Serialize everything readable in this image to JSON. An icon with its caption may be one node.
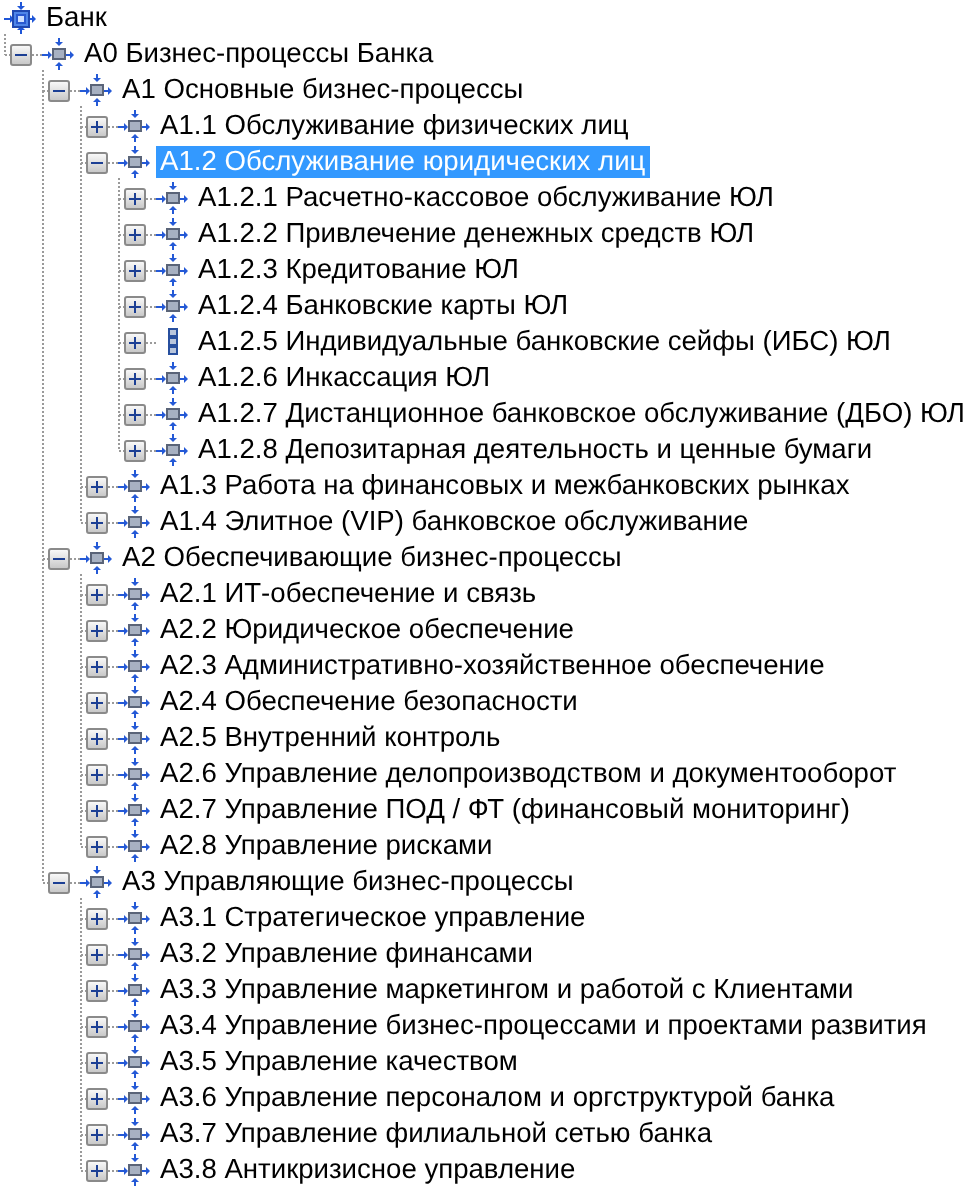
{
  "diagram": {
    "nodes": [
      {
        "text": [
          "Банк"
        ]
      },
      {
        "text": [
          "А0 Бизнес-процессы Банка"
        ]
      },
      {
        "text": [
          "А1 Основные бизнес-процессы"
        ]
      },
      {
        "text": [
          "А1.1 Обслуживание физических лиц"
        ]
      },
      {
        "text": [
          "А1.2 Обслуживание юридических лиц"
        ]
      },
      {
        "text": [
          "А1.2.1 Расчетно-кассовое обслуживание ЮЛ"
        ]
      },
      {
        "text": [
          "А1.2.2 Привлечение денежных средств ЮЛ"
        ]
      },
      {
        "text": [
          "А1.2.3 Кредитование ЮЛ"
        ]
      },
      {
        "text": [
          "А1.2.4 Банковские карты ЮЛ"
        ]
      },
      {
        "text": [
          "А1.2.5 Индивидуальные банковские сейфы (ИБС) ЮЛ"
        ]
      },
      {
        "text": [
          "А1.2.6 Инкассация ЮЛ"
        ]
      },
      {
        "text": [
          "А1.2.7 Дистанционное банковское обслуживание (ДБО) ЮЛ"
        ]
      },
      {
        "text": [
          "А1.2.8 Депозитарная деятельность и ценные бумаги"
        ]
      },
      {
        "text": [
          "А1.3 Работа на финансовых и межбанковских рынках"
        ]
      },
      {
        "text": [
          "А1.4 Элитное (VIP) банковское обслуживание"
        ]
      },
      {
        "text": [
          "А2 Обеспечивающие бизнес-процессы"
        ]
      },
      {
        "text": [
          "А2.1 ИТ-обеспечение и связь"
        ]
      },
      {
        "text": [
          "А2.2 Юридическое обеспечение"
        ]
      },
      {
        "text": [
          "А2.3 Административно-хозяйственное обеспечение"
        ]
      },
      {
        "text": [
          "А2.4 Обеспечение безопасности"
        ]
      },
      {
        "text": [
          "А2.5 Внутренний контроль"
        ]
      },
      {
        "text": [
          "А2.6 Управление делопроизводством и документооборот"
        ]
      },
      {
        "text": [
          "А2.7 Управление ПОД / ФТ (финансовый мониторинг)"
        ]
      },
      {
        "text": [
          "А2.8 Управление рисками"
        ]
      },
      {
        "text": [
          "А3 Управляющие бизнес-процессы"
        ]
      },
      {
        "text": [
          "А3.1 Стратегическое управление"
        ]
      },
      {
        "text": [
          "А3.2 Управление финансами"
        ]
      },
      {
        "text": [
          "А3.3 Управление маркетингом и работой с Клиентами"
        ]
      },
      {
        "text": [
          "А3.4 Управление бизнес-процессами и проектами развития"
        ]
      },
      {
        "text": [
          "А3.5 Управление качеством"
        ]
      },
      {
        "text": [
          "А3.6 Управление персоналом и оргструктурой банка"
        ]
      },
      {
        "text": [
          "А3.7 Управление филиальной сетью банка"
        ]
      },
      {
        "text": [
          "А3.8 Антикризисное управление"
        ]
      }
    ],
    "edges": [
      {
        "from": 0,
        "to": 1,
        "arrow": "none"
      },
      {
        "from": 1,
        "to": 2,
        "arrow": "none"
      },
      {
        "from": 2,
        "to": 3,
        "arrow": "none"
      },
      {
        "from": 2,
        "to": 4,
        "arrow": "none"
      },
      {
        "from": 4,
        "to": 5,
        "arrow": "none"
      },
      {
        "from": 4,
        "to": 6,
        "arrow": "none"
      },
      {
        "from": 4,
        "to": 7,
        "arrow": "none"
      },
      {
        "from": 4,
        "to": 8,
        "arrow": "none"
      },
      {
        "from": 4,
        "to": 9,
        "arrow": "none"
      },
      {
        "from": 4,
        "to": 10,
        "arrow": "none"
      },
      {
        "from": 4,
        "to": 11,
        "arrow": "none"
      },
      {
        "from": 4,
        "to": 12,
        "arrow": "none"
      },
      {
        "from": 2,
        "to": 13,
        "arrow": "none"
      },
      {
        "from": 2,
        "to": 14,
        "arrow": "none"
      },
      {
        "from": 1,
        "to": 15,
        "arrow": "none"
      },
      {
        "from": 15,
        "to": 16,
        "arrow": "none"
      },
      {
        "from": 15,
        "to": 17,
        "arrow": "none"
      },
      {
        "from": 15,
        "to": 18,
        "arrow": "none"
      },
      {
        "from": 15,
        "to": 19,
        "arrow": "none"
      },
      {
        "from": 15,
        "to": 20,
        "arrow": "none"
      },
      {
        "from": 15,
        "to": 21,
        "arrow": "none"
      },
      {
        "from": 15,
        "to": 22,
        "arrow": "none"
      },
      {
        "from": 15,
        "to": 23,
        "arrow": "none"
      },
      {
        "from": 1,
        "to": 24,
        "arrow": "none"
      },
      {
        "from": 24,
        "to": 25,
        "arrow": "none"
      },
      {
        "from": 24,
        "to": 26,
        "arrow": "none"
      },
      {
        "from": 24,
        "to": 27,
        "arrow": "none"
      },
      {
        "from": 24,
        "to": 28,
        "arrow": "none"
      },
      {
        "from": 24,
        "to": 29,
        "arrow": "none"
      },
      {
        "from": 24,
        "to": 30,
        "arrow": "none"
      },
      {
        "from": 24,
        "to": 31,
        "arrow": "none"
      },
      {
        "from": 24,
        "to": 32,
        "arrow": "none"
      }
    ]
  }
}
